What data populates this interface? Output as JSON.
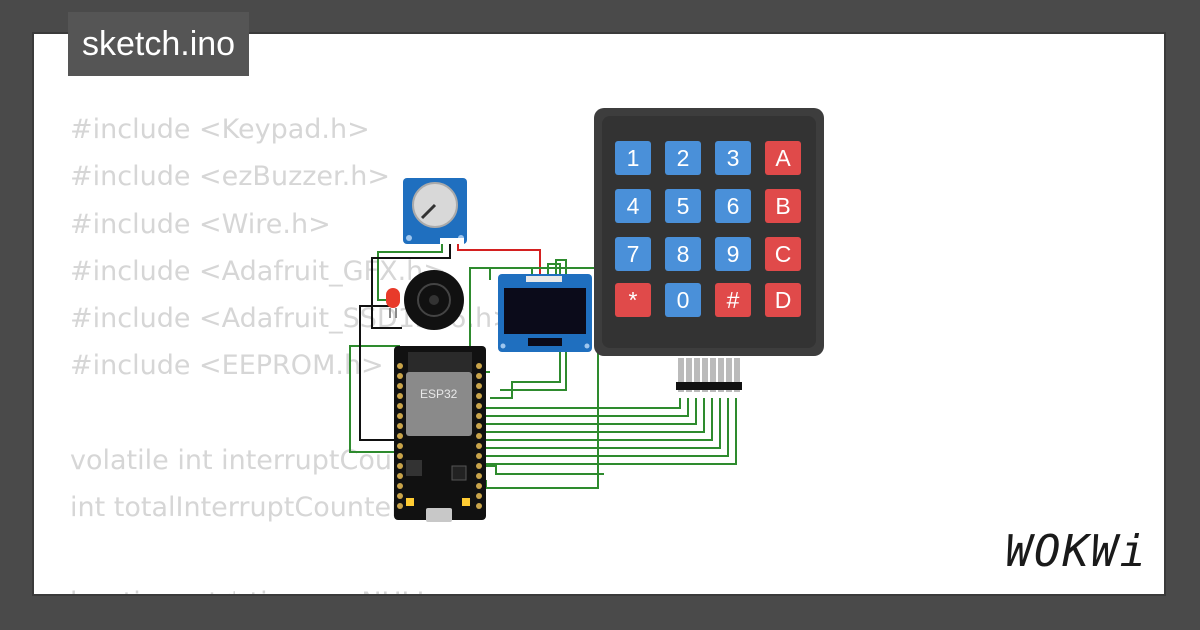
{
  "file_tab": {
    "title": "sketch.ino"
  },
  "code_lines": [
    "#include <Keypad.h>",
    "#include <ezBuzzer.h>",
    "#include <Wire.h>",
    "#include <Adafruit_GFX.h>",
    "#include <Adafruit_SSD1306.h>",
    "#include <EEPROM.h>",
    "",
    "volatile int interruptCounter;",
    "int totalInterruptCounter;",
    "",
    "hw_timer_t * timer = NULL;"
  ],
  "board": {
    "chip_label": "ESP32"
  },
  "keypad": {
    "keys": [
      {
        "label": "1",
        "type": "digit"
      },
      {
        "label": "2",
        "type": "digit"
      },
      {
        "label": "3",
        "type": "digit"
      },
      {
        "label": "A",
        "type": "letter"
      },
      {
        "label": "4",
        "type": "digit"
      },
      {
        "label": "5",
        "type": "digit"
      },
      {
        "label": "6",
        "type": "digit"
      },
      {
        "label": "B",
        "type": "letter"
      },
      {
        "label": "7",
        "type": "digit"
      },
      {
        "label": "8",
        "type": "digit"
      },
      {
        "label": "9",
        "type": "digit"
      },
      {
        "label": "C",
        "type": "letter"
      },
      {
        "label": "*",
        "type": "letter"
      },
      {
        "label": "0",
        "type": "digit"
      },
      {
        "label": "#",
        "type": "letter"
      },
      {
        "label": "D",
        "type": "letter"
      }
    ]
  },
  "brand": {
    "logo_text": "WOKWi"
  },
  "colors": {
    "digit_key": "#4a90d9",
    "letter_key": "#e04a4a",
    "keypad_body": "#3d3d3d",
    "wire_green": "#2e8b2e",
    "wire_red": "#d42020",
    "wire_black": "#111111",
    "board_blue": "#1f6fbf"
  }
}
